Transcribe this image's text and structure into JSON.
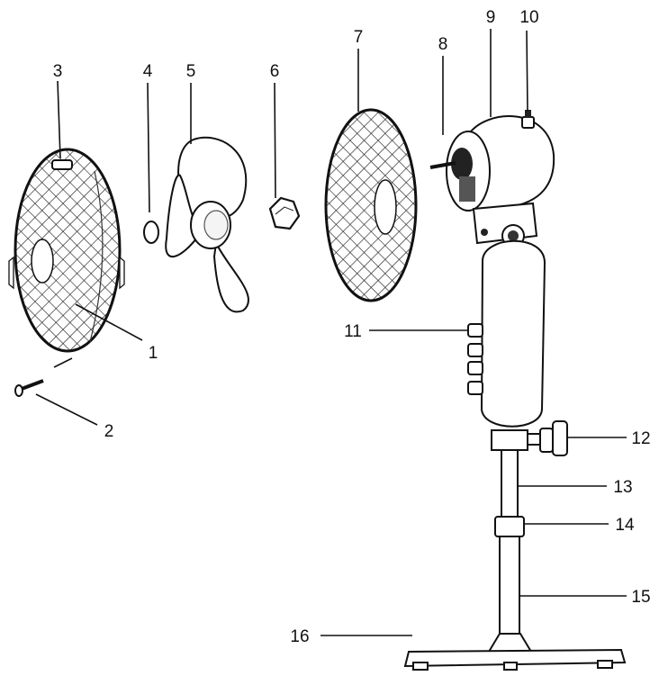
{
  "part_labels": [
    "1",
    "2",
    "3",
    "4",
    "5",
    "6",
    "7",
    "8",
    "9",
    "10",
    "11",
    "12",
    "13",
    "14",
    "15",
    "16"
  ]
}
